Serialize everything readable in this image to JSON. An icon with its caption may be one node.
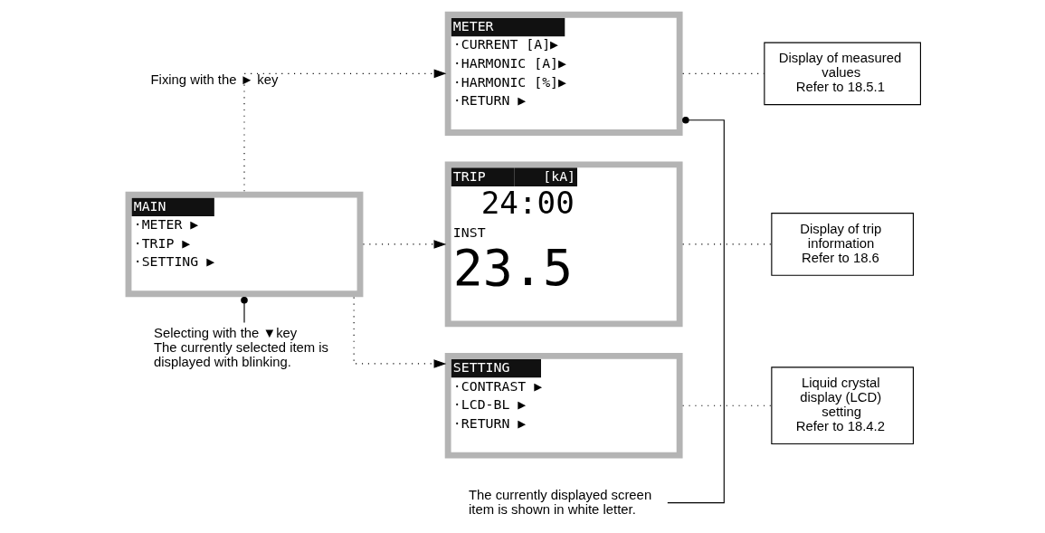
{
  "diagram": {
    "nodes": [
      {
        "text": [
          "MAIN",
          "·METER ▶",
          "·TRIP ▶",
          "·SETTING ▶"
        ]
      },
      {
        "text": [
          "METER",
          "·CURRENT [A]▶",
          "·HARMONIC [A]▶",
          "·HARMONIC [%]▶",
          "·RETURN ▶"
        ]
      },
      {
        "text": [
          "TRIP",
          "[kA]",
          "24:00",
          "INST",
          "23.5"
        ]
      },
      {
        "text": [
          "SETTING",
          "·CONTRAST ▶",
          "·LCD-BL ▶",
          "·RETURN ▶"
        ]
      },
      {
        "text": [
          "Display of measured values",
          "Refer to 18.5.1"
        ]
      },
      {
        "text": [
          "Display of trip information",
          "Refer to 18.6"
        ]
      },
      {
        "text": [
          "Liquid crystal display (LCD) setting",
          "Refer to 18.4.2"
        ]
      },
      {
        "text": [
          "Selecting with the ▼key",
          "The currently selected item is displayed with blinking."
        ]
      },
      {
        "text": [
          "The currently displayed screen item is shown in white letter."
        ]
      }
    ],
    "edges": [
      {
        "from": 0,
        "to": 1,
        "arrow": "to",
        "style": "dashed",
        "label": "Fixing with the ► key"
      },
      {
        "from": 0,
        "to": 2,
        "arrow": "to",
        "style": "dashed"
      },
      {
        "from": 0,
        "to": 3,
        "arrow": "to",
        "style": "dashed"
      },
      {
        "from": 1,
        "to": 4,
        "arrow": "none",
        "style": "dashed"
      },
      {
        "from": 2,
        "to": 5,
        "arrow": "none",
        "style": "dashed"
      },
      {
        "from": 3,
        "to": 6,
        "arrow": "none",
        "style": "dashed"
      },
      {
        "from": 7,
        "to": 0,
        "arrow": "other"
      },
      {
        "from": 8,
        "to": 1,
        "arrow": "other"
      }
    ]
  }
}
